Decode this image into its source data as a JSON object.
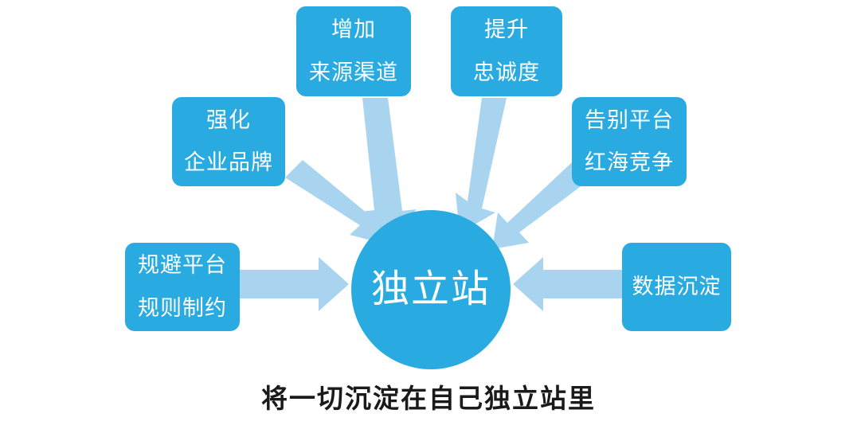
{
  "diagram": {
    "center": {
      "label": "独立站"
    },
    "caption": "将一切沉淀在自己独立站里",
    "colors": {
      "node_fill": "#29abe2",
      "node_text": "#ffffff",
      "circle_fill": "#29abe2",
      "arrow_fill": "#a8d4ef",
      "caption_text": "#1a1a1a",
      "background": "#ffffff"
    },
    "nodes": [
      {
        "id": "top-left",
        "line1": "增加",
        "line2": "来源渠道",
        "arrow_direction": "down-right"
      },
      {
        "id": "top-right",
        "line1": "提升",
        "line2": "忠诚度",
        "arrow_direction": "down-left"
      },
      {
        "id": "upper-left",
        "line1": "强化",
        "line2": "企业品牌",
        "arrow_direction": "down-right-diagonal"
      },
      {
        "id": "upper-right",
        "line1": "告别平台",
        "line2": "红海竞争",
        "arrow_direction": "down-left-diagonal"
      },
      {
        "id": "left",
        "line1": "规避平台",
        "line2": "规则制约",
        "arrow_direction": "right"
      },
      {
        "id": "right",
        "line1": "数据沉淀",
        "line2": "",
        "arrow_direction": "left"
      }
    ],
    "arrows": [
      {
        "id": "arrow-top-left",
        "from": "top-left",
        "to": "center",
        "direction": "down-right"
      },
      {
        "id": "arrow-top-right",
        "from": "top-right",
        "to": "center",
        "direction": "down-left"
      },
      {
        "id": "arrow-upper-left",
        "from": "upper-left",
        "to": "center",
        "direction": "down-right-diagonal"
      },
      {
        "id": "arrow-upper-right",
        "from": "upper-right",
        "to": "center",
        "direction": "down-left-diagonal"
      },
      {
        "id": "arrow-left",
        "from": "left",
        "to": "center",
        "direction": "right"
      },
      {
        "id": "arrow-right",
        "from": "right",
        "to": "center",
        "direction": "left"
      }
    ]
  }
}
